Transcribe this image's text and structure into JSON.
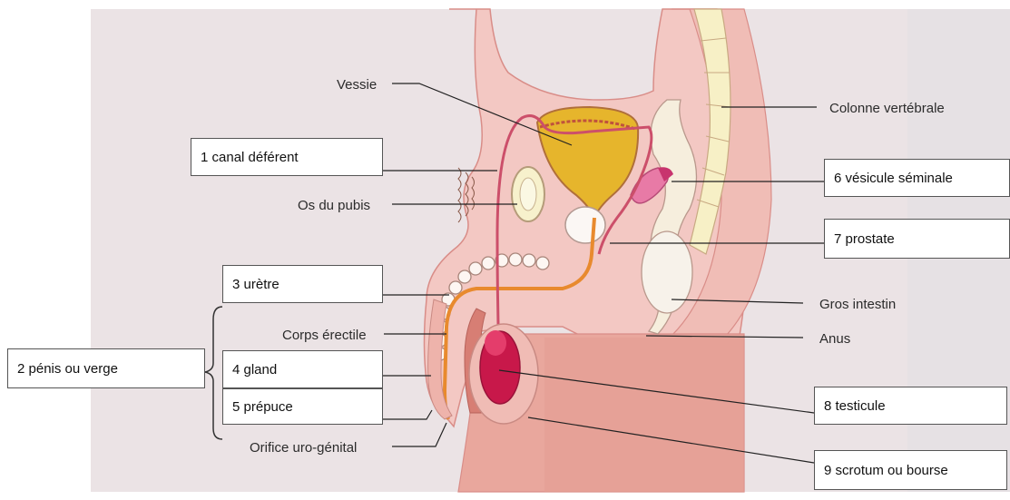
{
  "labels": {
    "vessie": "Vessie",
    "os_pubis": "Os du pubis",
    "corps_erectile": "Corps érectile",
    "orifice": "Orifice uro-génital",
    "colonne": "Colonne vertébrale",
    "gros_intestin": "Gros intestin",
    "anus": "Anus"
  },
  "boxes": {
    "canal": "1 canal déférent",
    "penis": "2 pénis ou verge",
    "uretre": "3 urètre",
    "gland": "4 gland",
    "prepuce": "5 prépuce",
    "vesicule": "6 vésicule séminale",
    "prostate": "7 prostate",
    "testicule": "8 testicule",
    "scrotum": "9 scrotum ou bourse"
  },
  "colors": {
    "paper": "#ece4e6",
    "body": "#f2c9c4",
    "body_dark": "#e79a92",
    "vertebra": "#f6f0c8",
    "bladder": "#e6b52c",
    "duct": "#d0526a",
    "testis": "#c8184a"
  }
}
